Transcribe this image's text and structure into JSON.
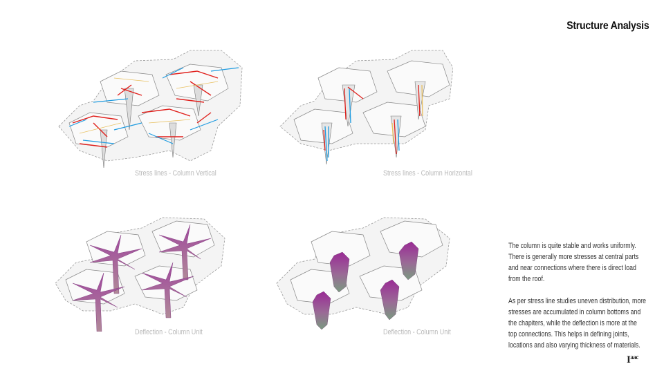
{
  "page": {
    "title": "Structure Analysis"
  },
  "panels": [
    {
      "id": "stress-vertical",
      "caption": "Stress lines - Column Vertical",
      "type": "stress-lines"
    },
    {
      "id": "stress-horizontal",
      "caption": "Stress lines - Column Horizontal",
      "type": "stress-lines"
    },
    {
      "id": "deflection-star",
      "caption": "Deflection - Column Unit",
      "type": "deflection"
    },
    {
      "id": "deflection-column",
      "caption": "Deflection - Column Unit",
      "type": "deflection"
    }
  ],
  "description": {
    "paragraph_1": "The column is quite stable and works uniformly. There is generally more stresses at central parts and near connections where there is direct load from the roof.",
    "paragraph_2": "As per stress line studies uneven distribution, more stresses are accumulated in column bottoms and the chapiters, while the deflection is more at the top connections. This helps in defining joints, locations and also varying thickness of materials."
  },
  "logo": {
    "main": "I",
    "sup": "aac"
  },
  "colors": {
    "stress_red": "#e0201c",
    "stress_blue": "#1e9be0",
    "stress_yellow": "#e8c060",
    "deflection_purple": "#9a2f95",
    "deflection_green": "#7a9a80",
    "outline_gray": "#8a8a8a"
  }
}
